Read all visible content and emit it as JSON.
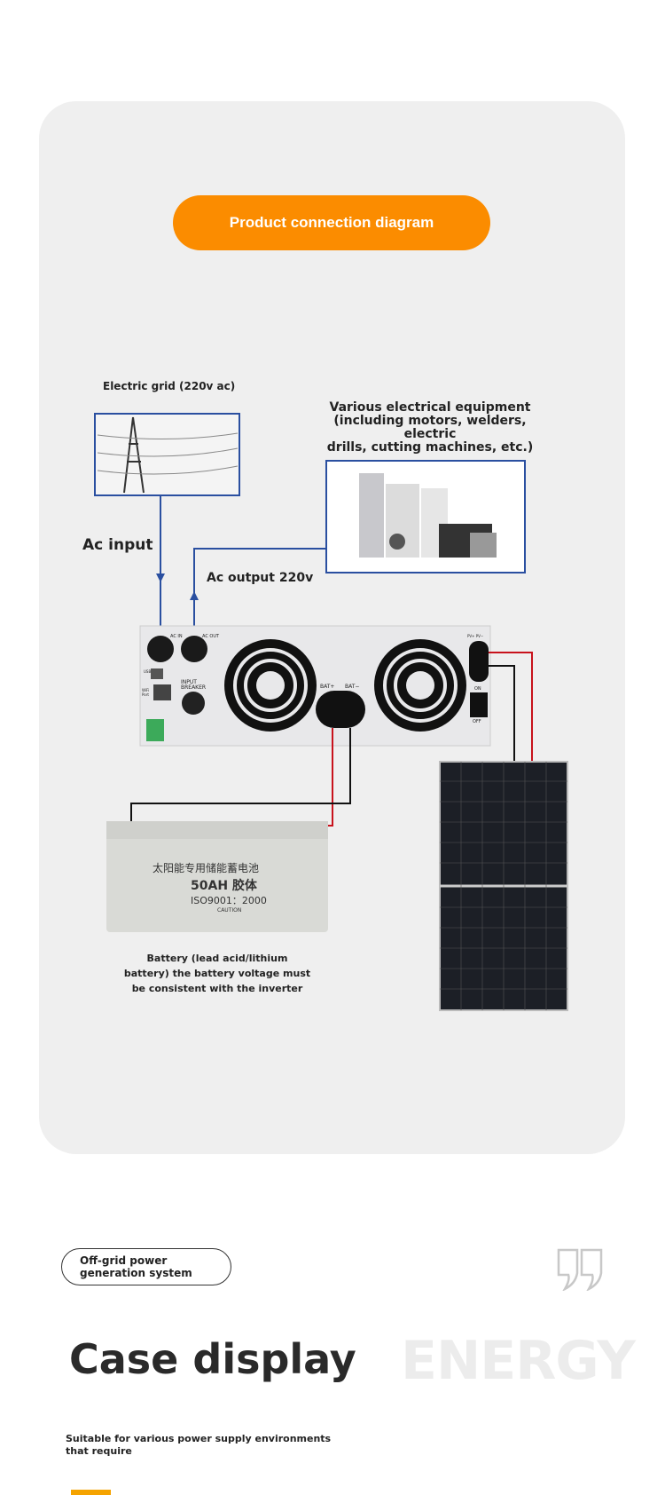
{
  "header": {
    "title": "Product connection diagram"
  },
  "diagram": {
    "grid_label": "Electric grid (220v ac)",
    "equipment_label": [
      "Various electrical equipment",
      "(including motors, welders, electric",
      "drills, cutting machines, etc.)"
    ],
    "ac_input": "Ac input",
    "ac_output": "Ac output 220v",
    "inverter": {
      "ac_in": "AC IN",
      "ac_out": "AC OUT",
      "usb": "USB",
      "wifi": "WiFi Port",
      "breaker": [
        "INPUT",
        "BREAKER"
      ],
      "bat_plus": "BAT+",
      "bat_minus": "BAT−",
      "pv": "PV+ PV−",
      "on": "ON",
      "off": "OFF"
    },
    "battery": {
      "line1": "太阳能专用储能蓄电池",
      "line2": "50AH 胶体",
      "line3": "ISO9001：2000",
      "caution": "CAUTION"
    },
    "battery_label": [
      "Battery (lead acid/lithium",
      "battery) the battery voltage must",
      "be consistent with the inverter"
    ]
  },
  "case": {
    "tag": [
      "Off-grid power",
      "generation system"
    ],
    "bg_word": "ENERGY",
    "title": "Case display",
    "subtitle": "Suitable for various power supply environments that require"
  },
  "colors": {
    "accent": "#fb8c00",
    "wire_blue": "#2a4fa0",
    "wire_red": "#c8121c"
  }
}
